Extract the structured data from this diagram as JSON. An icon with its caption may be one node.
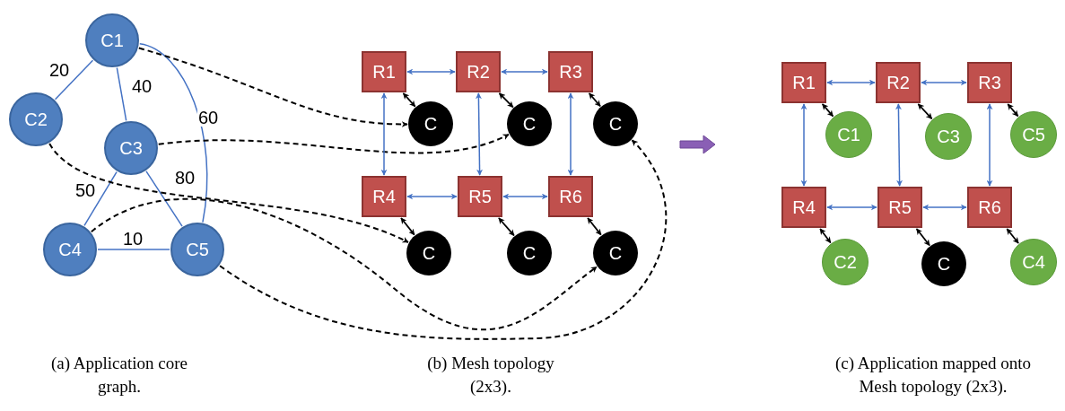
{
  "diagram": {
    "nodes": [
      {
        "text": [
          "C1"
        ]
      },
      {
        "text": [
          "C2"
        ]
      },
      {
        "text": [
          "C3"
        ]
      },
      {
        "text": [
          "C4"
        ]
      },
      {
        "text": [
          "C5"
        ]
      },
      {
        "text": [
          "R1"
        ]
      },
      {
        "text": [
          "R2"
        ]
      },
      {
        "text": [
          "R3"
        ]
      },
      {
        "text": [
          "R4"
        ]
      },
      {
        "text": [
          "R5"
        ]
      },
      {
        "text": [
          "R6"
        ]
      },
      {
        "text": [
          "C"
        ]
      },
      {
        "text": [
          "C"
        ]
      },
      {
        "text": [
          "C"
        ]
      },
      {
        "text": [
          "C"
        ]
      },
      {
        "text": [
          "C"
        ]
      },
      {
        "text": [
          "C"
        ]
      },
      {
        "text": [
          "R1"
        ]
      },
      {
        "text": [
          "R2"
        ]
      },
      {
        "text": [
          "R3"
        ]
      },
      {
        "text": [
          "R4"
        ]
      },
      {
        "text": [
          "R5"
        ]
      },
      {
        "text": [
          "R6"
        ]
      },
      {
        "text": [
          "C1"
        ]
      },
      {
        "text": [
          "C3"
        ]
      },
      {
        "text": [
          "C5"
        ]
      },
      {
        "text": [
          "C2"
        ]
      },
      {
        "text": [
          "C"
        ]
      },
      {
        "text": [
          "C4"
        ]
      }
    ],
    "edges": [
      {
        "from": 0,
        "to": 1,
        "arrow": "none",
        "label": "20"
      },
      {
        "from": 0,
        "to": 2,
        "arrow": "none",
        "label": "40"
      },
      {
        "from": 0,
        "to": 4,
        "arrow": "none",
        "label": "60"
      },
      {
        "from": 2,
        "to": 3,
        "arrow": "none",
        "label": "50"
      },
      {
        "from": 2,
        "to": 4,
        "arrow": "none",
        "label": "80"
      },
      {
        "from": 3,
        "to": 4,
        "arrow": "none",
        "label": "10"
      },
      {
        "from": 0,
        "to": 11,
        "arrow": "to",
        "style": "dashed",
        "color": "#000000"
      },
      {
        "from": 2,
        "to": 12,
        "arrow": "to",
        "style": "dashed",
        "color": "#000000"
      },
      {
        "from": 1,
        "to": 14,
        "arrow": "to",
        "style": "dashed",
        "color": "#000000"
      },
      {
        "from": 3,
        "to": 16,
        "arrow": "to",
        "style": "dashed",
        "color": "#000000"
      },
      {
        "from": 4,
        "to": 13,
        "arrow": "to",
        "style": "dashed",
        "color": "#000000"
      },
      {
        "from": 5,
        "to": 6,
        "arrow": "both"
      },
      {
        "from": 6,
        "to": 7,
        "arrow": "both"
      },
      {
        "from": 5,
        "to": 8,
        "arrow": "both"
      },
      {
        "from": 6,
        "to": 9,
        "arrow": "both"
      },
      {
        "from": 7,
        "to": 10,
        "arrow": "both"
      },
      {
        "from": 8,
        "to": 9,
        "arrow": "both"
      },
      {
        "from": 9,
        "to": 10,
        "arrow": "both"
      },
      {
        "from": 5,
        "to": 11,
        "arrow": "both",
        "color": "#000000"
      },
      {
        "from": 6,
        "to": 12,
        "arrow": "both",
        "color": "#000000"
      },
      {
        "from": 7,
        "to": 13,
        "arrow": "both",
        "color": "#000000"
      },
      {
        "from": 8,
        "to": 14,
        "arrow": "both",
        "color": "#000000"
      },
      {
        "from": 9,
        "to": 15,
        "arrow": "both",
        "color": "#000000"
      },
      {
        "from": 10,
        "to": 16,
        "arrow": "both",
        "color": "#000000"
      },
      {
        "from": 17,
        "to": 18,
        "arrow": "both"
      },
      {
        "from": 18,
        "to": 19,
        "arrow": "both"
      },
      {
        "from": 17,
        "to": 20,
        "arrow": "both"
      },
      {
        "from": 18,
        "to": 21,
        "arrow": "both"
      },
      {
        "from": 19,
        "to": 22,
        "arrow": "both"
      },
      {
        "from": 20,
        "to": 21,
        "arrow": "both"
      },
      {
        "from": 21,
        "to": 22,
        "arrow": "both"
      },
      {
        "from": 17,
        "to": 23,
        "arrow": "both",
        "color": "#000000"
      },
      {
        "from": 18,
        "to": 24,
        "arrow": "both",
        "color": "#000000"
      },
      {
        "from": 19,
        "to": 25,
        "arrow": "both",
        "color": "#000000"
      },
      {
        "from": 20,
        "to": 26,
        "arrow": "both",
        "color": "#000000"
      },
      {
        "from": 21,
        "to": 27,
        "arrow": "both",
        "color": "#000000"
      },
      {
        "from": 22,
        "to": 28,
        "arrow": "both",
        "color": "#000000"
      }
    ],
    "labels": [
      "(a) Application core graph.",
      "(b) Mesh topology (2x3).",
      "(c) Application mapped onto Mesh topology (2x3)."
    ]
  }
}
